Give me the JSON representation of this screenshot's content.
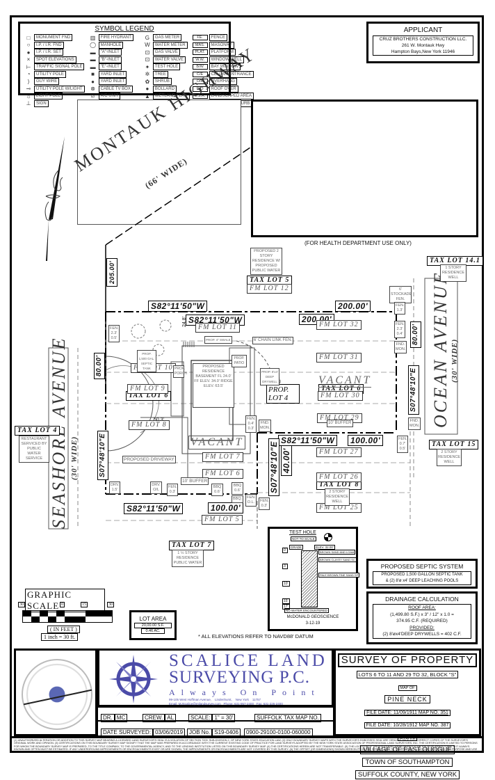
{
  "legend": {
    "title": "SYMBOL LEGEND",
    "col1": [
      {
        "icon": "monument-icon",
        "glyph": "□",
        "label": "MONUMENT FND"
      },
      {
        "icon": "ip-found-icon",
        "glyph": "○",
        "label": "I.P. / I.R. FND"
      },
      {
        "icon": "ip-set-icon",
        "glyph": "●",
        "label": "I.P. / I.R. SET"
      },
      {
        "icon": "spot-elevation-icon",
        "glyph": "×",
        "label": "SPOT ELEVATIONS"
      },
      {
        "icon": "traffic-signal-icon",
        "glyph": "⊢",
        "label": "TRAFFIC SIGNAL POLE"
      },
      {
        "icon": "utility-pole-icon",
        "glyph": "◔",
        "label": "UTILITY POLE"
      },
      {
        "icon": "guy-wire-icon",
        "glyph": "⟩",
        "label": "GUY WIRE"
      },
      {
        "icon": "utility-pole-light-icon",
        "glyph": "⊸",
        "label": "UTILITY POLE W/LIGHT"
      },
      {
        "icon": "light-pole-icon",
        "glyph": "☼",
        "label": "LIGHT POLE"
      },
      {
        "icon": "sign-icon",
        "glyph": "⊥",
        "label": "SIGN"
      }
    ],
    "col2": [
      {
        "icon": "fire-hydrant-icon",
        "glyph": "▥",
        "label": "FIRE HYDRANT"
      },
      {
        "icon": "manhole-icon",
        "glyph": "◯",
        "label": "MANHOLE"
      },
      {
        "icon": "a-inlet-icon",
        "glyph": "▬",
        "label": "\"A\"-INLET"
      },
      {
        "icon": "b-inlet-icon",
        "glyph": "▬",
        "label": "\"B\"-INLET"
      },
      {
        "icon": "e-inlet-icon",
        "glyph": "▬",
        "label": "\"E\"-INLET"
      },
      {
        "icon": "yard-inlet-square-icon",
        "glyph": "■",
        "label": "YARD INLET"
      },
      {
        "icon": "yard-inlet-round-icon",
        "glyph": "●",
        "label": "YARD INLET"
      },
      {
        "icon": "cable-tv-box-icon",
        "glyph": "⊗",
        "label": "CABLE TV BOX"
      },
      {
        "icon": "ac-unit-icon",
        "glyph": "⧄",
        "label": "A/C UNIT"
      },
      {
        "icon": "electric-meter-icon",
        "glyph": "E",
        "label": "ELECTRIC METER"
      }
    ],
    "col3": [
      {
        "icon": "gas-meter-icon",
        "glyph": "G",
        "label": "GAS METER"
      },
      {
        "icon": "water-meter-icon",
        "glyph": "W",
        "label": "WATER METER"
      },
      {
        "icon": "gas-valve-icon",
        "glyph": "⊡",
        "label": "GAS VALVE"
      },
      {
        "icon": "water-valve-icon",
        "glyph": "⊡",
        "label": "WATER VALVE"
      },
      {
        "icon": "test-hole-icon",
        "glyph": "✦",
        "label": "TEST HOLE"
      },
      {
        "icon": "tree-icon",
        "glyph": "✲",
        "label": "TREE"
      },
      {
        "icon": "shrub-icon",
        "glyph": "✿",
        "label": "SHRUB"
      },
      {
        "icon": "bollard-icon",
        "glyph": "●",
        "label": "BOLLARD"
      },
      {
        "icon": "wetland-flag-icon",
        "glyph": "▲",
        "label": "WETLAND FLAG"
      },
      {
        "icon": "cantilever-icon",
        "glyph": "CANT.",
        "label": "CANTILEVER"
      }
    ],
    "col4": [
      {
        "abbr": "FE.",
        "label": "FENCE"
      },
      {
        "abbr": "MAS.",
        "label": "MASONRY"
      },
      {
        "abbr": "PLAT.",
        "label": "PLATFORM"
      },
      {
        "abbr": "W.W.",
        "label": "WINDOW WELL"
      },
      {
        "abbr": "B/W",
        "label": "BAY WINDOW"
      },
      {
        "abbr": "C/E",
        "label": "CELLAR ENTRANCE"
      },
      {
        "abbr": "O/H",
        "label": "OVERHANG"
      },
      {
        "abbr": "R/O",
        "label": "ROOF OVER"
      },
      {
        "abbr": "L.S.A.",
        "label": "LANDSCAPED AREA"
      },
      {
        "abbr": "D.C.",
        "label": "DEPRESSED CURB"
      }
    ]
  },
  "applicant": {
    "title": "APPLICANT",
    "name": "CRUZ BROTHERS CONSTRUCTION LLC.",
    "address1": "261 W. Montauk Hwy",
    "address2": "Hampton Bays,New York 11946"
  },
  "health_dept_note": "(FOR HEALTH DEPARTMENT USE ONLY)",
  "roads": {
    "montauk": {
      "name": "MONTAUK HIGHWAY",
      "width": "(66' WIDE)"
    },
    "seashore": {
      "name": "SEASHORE AVENUE",
      "width": "(30' WIDE)"
    },
    "ocean": {
      "name": "OCEAN AVENUE",
      "width": "(30' WIDE)"
    }
  },
  "bearings": {
    "north_top": "S82°11'50\"W",
    "north_inner": "S82°11'50\"W",
    "middle": "S82°11'50\"W",
    "south": "S82°11'50\"W",
    "east_upper": "S07°48'10\"E",
    "west": "S07°48'10\"E",
    "east_lower": "S07°48'10\"E"
  },
  "distances": {
    "d205": "205.00'",
    "north_200a": "200.00'",
    "north_200b": "200.00'",
    "west_80": "80.00'",
    "east_80": "80.00'",
    "middle_100": "100.00'",
    "south_100": "100.00'",
    "east_40": "40.00'",
    "d503": "50.3'",
    "d248": "24.8'"
  },
  "tax_lots": {
    "tl5": "TAX LOT 5",
    "tl141": "TAX LOT 14.1",
    "tl6": "TAX LOT 6",
    "tl6b": "TAX LOT 6",
    "tl4": "TAX LOT 4",
    "tl15": "TAX LOT 15",
    "tl8": "TAX LOT 8",
    "tl7": "TAX LOT 7"
  },
  "fm_lots": {
    "fm12": "FM LOT 12",
    "fm11": "FM LOT 11",
    "fm10": "FM LOT 10",
    "fm9": "FM LOT 9",
    "fm8": "FM LOT 8",
    "fm7": "FM LOT 7",
    "fm6": "FM LOT 6",
    "fm5": "FM LOT 5",
    "fm32": "FM LOT 32",
    "fm31": "FM LOT 31",
    "fm30": "FM LOT 30",
    "fm29": "FM LOT 29",
    "fm27": "FM LOT 27",
    "fm26": "FM LOT 26",
    "fm25": "FM LOT 25"
  },
  "notes": {
    "proposed_2story": "PROPOSED 2 STORY RESIDENCE W/ PROPOSED PUBLIC WATER",
    "story1_res_well": "1 STORY RESIDENCE WELL",
    "stockade": "6' STOCKADE FEN.",
    "restaurant": "RESTAURANT SERVICED BY PUBLIC WATER SERVICE",
    "tl15_res": "2 STORY RESIDENCE WELL",
    "tl8_res": "2 STORY RESIDENCE WELL",
    "tl7_res": "1 ½ STORY RESIDENCE PUBLIC WATER",
    "chain_link": "6' CHAIN LINK FEN.",
    "vacant": "VACANT",
    "vacant2": "VACANT",
    "prop_lot4": "PROP. LOT 4",
    "proposed_residence": "PROPOSED RESIDENCE BASEMENT FL 24.0' FF ELEV. 34.0' RIDGE ELEV. 63.5'",
    "prop_porch": "PROP. PORCH",
    "prop_patio": "PROP. PATIO",
    "prop_septic": "PROP. 1,500 GAL. SEPTIC TANK",
    "prop_drywell": "PROP. 8'x4' DEEP DRYWELL",
    "prop_driveway": "PROPOSED DRIVEWAY",
    "buffer1": "10' BUFFER",
    "buffer2": "10' BUFFER",
    "prop_swale": "PROP. 4\" SWALE",
    "fen1": "FEN. 2.3' 0.5'",
    "fen2": "FEN. 2.3' 0.4'",
    "fen3": "FEN. 1.3'",
    "fen4": "FEN. 0.4' 0.3'",
    "fen5": "FEN. 0.7' 0.5'",
    "fen6": "FEN. 0.3'",
    "fen7": "FEN. 0.3'",
    "fen8": "FEN. O.L.",
    "fnd_mon1": "FND. MON.",
    "fnd_mon2": "FND. MON.",
    "fnd_mon3": "FND. MON.",
    "drv1": "DRV. 1.5'",
    "drv2": "DRV. O/L",
    "bbq1": "BBQ 0.6'",
    "bbq2": "BBQ 0.6'",
    "bbq3": "BBQ."
  },
  "test_hole": {
    "title": "TEST HOLE",
    "subtitle": "NOT TO SCALE",
    "elev": "ELEV. 32.00'",
    "layers": [
      "BROWN SAND AND LOAM",
      "BROWN CLAYEY SAND SC",
      "PALE BROWN FINE SAND SP"
    ],
    "depths": [
      "0'",
      "3'",
      "10'",
      "15'",
      "17'"
    ],
    "grade": "GRADE",
    "water": "NO WATER ENCOUNTERED",
    "firm": "McDONALD GEOSCIENCE",
    "date": "3-12-19"
  },
  "septic": {
    "title": "PROPOSED SEPTIC SYSTEM",
    "line1": "PROPOSED 1,500 GALLON SEPTIC TANK",
    "line2": "& (2) 8'ø x4' DEEP LEACHING POOLS"
  },
  "drainage": {
    "title": "DRAINAGE CALCULATION",
    "roof_label": "ROOF AREA:",
    "line1": "(1,499.80 S.F.) x 3\" / 12\" x 1.0 =",
    "line2": "374.95 C.F. (REQUIRED)",
    "provided_label": "PROVIDED:",
    "line3": "(2) 8'øx4'DEEP DRYWELLS = 402 C.F."
  },
  "graphic_scale": {
    "title": "GRAPHIC SCALE",
    "ticks": [
      "30",
      "0",
      "15",
      "30"
    ],
    "units": "( IN FEET )",
    "ratio": "1 inch = 30 ft."
  },
  "lot_area": {
    "title": "LOT AREA",
    "sf": "20,00.00 S.F.",
    "ac": "0.46 AC."
  },
  "elevation_note": "* ALL ELEVATIONS REFER TO NAVD88' DATUM",
  "company": {
    "name1": "SCALICE LAND",
    "name2": "SURVEYING P.C.",
    "tagline": "Always On Point",
    "address": "99-105 West Hoffman Avenue,    Lindenhurst,    New York    11757",
    "contact": "Email: MJScalice@mjlandsurvey.com   Phone: 631-957-2400   Fax: 631-226-2400",
    "brand_color": "#4b4ba8"
  },
  "title_block": {
    "dr_label": "DR.",
    "dr": "MC",
    "crew_label": "CREW.",
    "crew": "AL",
    "scale_label": "SCALE:",
    "scale": "1\" = 30'",
    "date_label": "DATE SURVEYED:",
    "date": "03/06/2019",
    "job_label": "JOB No.",
    "job": "S19-0406",
    "tax_map_label": "SUFFOLK TAX MAP NO.",
    "tax_map": "0900-29100-0100-060000"
  },
  "survey": {
    "title": "SURVEY OF PROPERTY",
    "lots": "LOTS 6 TO 11 AND 29 TO 32, BLOCK \"S\"",
    "map_of": "MAP OF",
    "map_name": "PINE NECK",
    "file1": "FILE DATE: 11/09/1911 MAP NO. 351",
    "file2": "FILE DATE: 10/28/1912 MAP NO. 387",
    "situate": "SITUATE",
    "village": "VILLAGE OF EAST QUOGUE",
    "town": "TOWN OF SOUTHAMPTON",
    "county": "SUFFOLK COUNTY, NEW YORK"
  },
  "disclaimer": "(1) UNAUTHORIZED ALTERATION OR ADDITION TO THIS SURVEY MAP BEARING A LICENSED LAND SURVEYOR'S SEAL IS A VIOLATION OF SECTION 7209, SUB-DIVISION 2, OF NEW YORK STATE EDUCATION LAW. (2) ONLY BOUNDARY SURVEY MAPS WITH THE SURVEYOR'S EMBOSSED SEAL ARE GENUINE TRUE AND CORRECT COPIES OF THE SURVEYOR'S ORIGINAL WORK AND OPINION. (3) CERTIFICATIONS ON THIS BOUNDARY SURVEY MAP SIGNIFY THAT THE MAP WAS PREPARED IN ACCORDANCE WITH THE CURRENT EXISTING CODE OF PRACTICE FOR LAND SURVEYS ADOPTED BY THE NEW YORK STATE ASSOCIATION OF PROFESSIONAL LAND SURVEYORS, INC. THE CERTIFICATION IS LIMITED TO PERSONS FOR WHOM THE BOUNDARY SURVEY MAP IS PREPARED, TO THE TITLE COMPANY, TO THE GOVERNMENTAL AGENCY, AND TO THE LENDING INSTITUTION LISTED ON THIS BOUNDARY SURVEY MAP. (4) THE CERTIFICATIONS HEREIN ARE NOT TRANSFERABLE. (5) THE LOCATION OF UNDERGROUND IMPROVEMENTS OR ENCROACHMENTS ARE NOT ALWAYS KNOWN AND OFTEN MUST BE ESTIMATED. IF ANY UNDERGROUND IMPROVEMENTS OR ENCROACHMENTS EXIST OR ARE SHOWN, THE IMPROVEMENTS OR ENCROACHMENTS ARE NOT COVERED BY THIS SURVEY. (6) THE OFFSET (OR DIMENSIONS) SHOWN HEREON FROM THE STRUCTURES TO THE PROPERTY LINES ARE FOR A SPECIFIC PURPOSE AND USE AND THEREFORE ARE NOT INTENDED TO GUIDE THE ERECTION OF FENCES, RETAINING WALLS, POOLS, PATIOS, PLANTING AREAS, ADDITIONS TO BUILDINGS, AND ANY OTHER TYPE OF CONSTRUCTION. (7) PROPERTY CORNER MONUMENTS WERE NOT SET AS PART OF THIS SURVEY. (8) THIS SURVEY WAS PERFORMED WITH A SPECTRA FOCUS 35 ROBOTIC TOTAL STATION. (9) THE EXISTENCE OF RIGHTS OF WAY AND/OR EASEMENTS OF RECORD IF ANY, NOT SHOWN ARE NOT GUARANTEED."
}
